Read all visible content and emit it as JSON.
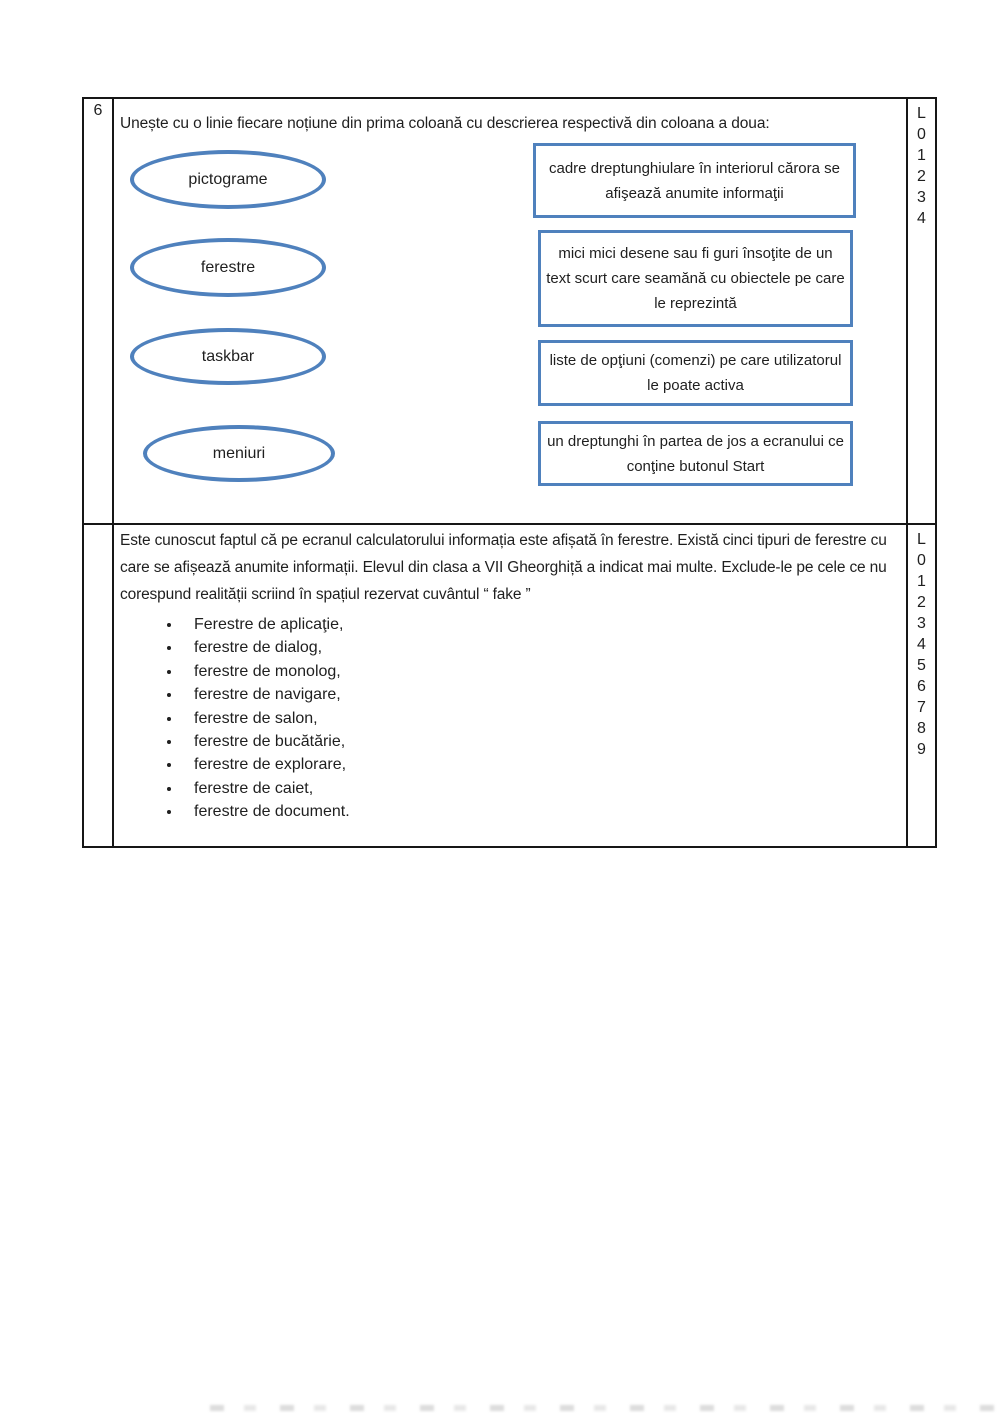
{
  "colors": {
    "accent_blue": "#4f81bd",
    "border_black": "#161616",
    "text": "#1f1f1f"
  },
  "exercise6": {
    "number": "6",
    "instruction": "Unește cu o linie fiecare  noțiune din prima coloană cu descrierea respectivă din coloana a doua:",
    "terms": [
      "pictograme",
      "ferestre",
      "taskbar",
      "meniuri"
    ],
    "descriptions": [
      "cadre dreptunghiulare în interiorul cărora se afişează anumite informaţii",
      "mici mici desene sau fi guri însoţite de un text scurt care seamănă cu obiectele pe care le reprezintă",
      "liste de opţiuni (comenzi) pe care utilizatorul le poate activa",
      "un dreptunghi în partea de jos a ecranului ce conţine butonul Start"
    ],
    "score_column": [
      "L",
      "0",
      "1",
      "2",
      "3",
      "4"
    ]
  },
  "exercise7": {
    "paragraph": "Este cunoscut faptul că pe ecranul calculatorului informația este afișată în ferestre. Există cinci tipuri de ferestre cu care se afișează anumite informații. Elevul din clasa a VII Gheorghiță a indicat mai multe. Exclude-le pe cele ce nu corespund realității scriind în spațiul rezervat cuvântul “ fake ”",
    "window_types": [
      "Ferestre de aplicaţie,",
      "ferestre de dialog,",
      "ferestre de monolog,",
      "ferestre de navigare,",
      "ferestre de salon,",
      "ferestre de bucătărie,",
      "ferestre de explorare,",
      "ferestre de caiet,",
      "ferestre de document."
    ],
    "score_column": [
      "L",
      "0",
      "1",
      "2",
      "3",
      "4",
      "5",
      "6",
      "7",
      "8",
      "9"
    ]
  }
}
